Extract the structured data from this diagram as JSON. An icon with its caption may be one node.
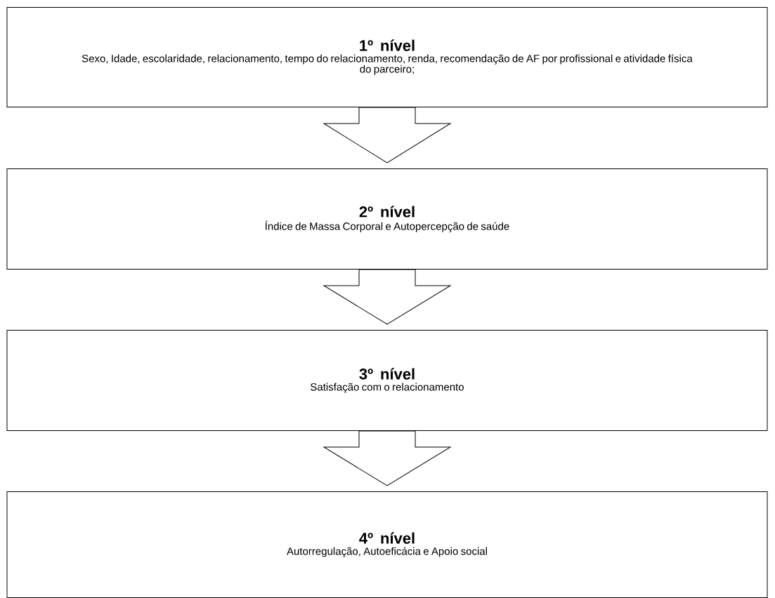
{
  "diagram": {
    "nodes": [
      {
        "text": [
          "1º nível",
          "Sexo, Idade, escolaridade, relacionamento, tempo do relacionamento, renda, recomendação de AF por profissional e atividade física do parceiro;"
        ]
      },
      {
        "text": [
          "2º nível",
          "Índice de Massa Corporal e Autopercepção de saúde"
        ]
      },
      {
        "text": [
          "3º nível",
          "Satisfação com o relacionamento"
        ]
      },
      {
        "text": [
          "4º nível",
          "Autorregulação, Autoeficácia e Apoio social"
        ]
      }
    ],
    "edges": [
      {
        "from": 0,
        "to": 1,
        "arrow": "to"
      },
      {
        "from": 1,
        "to": 2,
        "arrow": "to"
      },
      {
        "from": 2,
        "to": 3,
        "arrow": "to"
      }
    ]
  }
}
